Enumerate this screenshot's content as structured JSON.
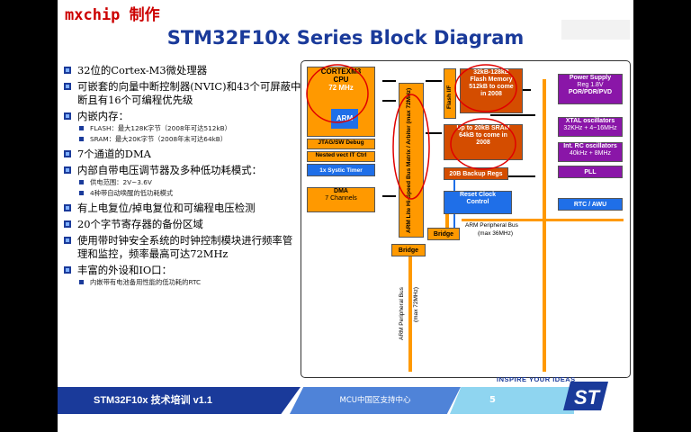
{
  "brand": "mxchip 制作",
  "title": "STM32F10x Series Block Diagram",
  "bullets": [
    {
      "text": "32位的Cortex-M3微处理器",
      "sub": []
    },
    {
      "text": "可嵌套的向量中断控制器(NVIC)和43个可屏蔽中断且有16个可编程优先级",
      "sub": []
    },
    {
      "text": "内嵌内存：",
      "sub": [
        "FLASH：最大128K字节（2008年可达512kB）",
        "SRAM：最大20K字节（2008年末可达64kB）"
      ]
    },
    {
      "text": "7个通道的DMA",
      "sub": []
    },
    {
      "text": "内部自带电压调节器及多种低功耗模式：",
      "sub": [
        "供电范围：2V~3.6V",
        "4种带自动唤醒的低功耗模式"
      ]
    },
    {
      "text": "有上电复位/掉电复位和可编程电压检测",
      "sub": []
    },
    {
      "text": "20个字节寄存器的备份区域",
      "sub": []
    },
    {
      "text": "使用带时钟安全系统的时钟控制模块进行频率管理和监控，频率最高可达72MHz",
      "sub": []
    },
    {
      "text": "丰富的外设和IO口：",
      "sub": [
        "内嵌带有电池备用性能的低功耗的RTC"
      ]
    }
  ],
  "diagram": {
    "cpu": {
      "line1": "CORTEXM3",
      "line2": "CPU",
      "freq": "72 MHz",
      "logo": "ARM"
    },
    "jtag": "JTAG/SW Debug",
    "nvic": "Nested vect IT Ctrl",
    "systick": "1x Systic Timer",
    "dma": {
      "line1": "DMA",
      "line2": "7 Channels"
    },
    "bus_matrix": "ARM Lite Hi-Speed Bus Matrix / Arbiter (max 72MHz)",
    "bridge_left": "Bridge",
    "bridge_mid": "Bridge",
    "flash_if": "Flash I/F",
    "flash_mem": {
      "line1": "32kB-128kB",
      "line2": "Flash Memory",
      "line3": "512kB to come",
      "line4": "in 2008"
    },
    "sram": {
      "line1": "Up to 20kB SRAM",
      "line2": "64kB to come in",
      "line3": "2008"
    },
    "backup": "20B Backup Regs",
    "reset_clock": {
      "line1": "Reset Clock",
      "line2": "Control"
    },
    "periph_bus_h": {
      "line1": "ARM Peripheral Bus",
      "line2": "(max 36MHz)"
    },
    "periph_bus_v": {
      "line1": "ARM Peripheral Bus",
      "line2": "(max 72MHz)"
    },
    "power": {
      "line1": "Power Supply",
      "line2": "Reg 1.8V",
      "line3": "POR/PDR/PVD"
    },
    "xtal": {
      "line1": "XTAL oscillators",
      "line2": "32KHz + 4~16MHz"
    },
    "rc": {
      "line1": "Int. RC oscillators",
      "line2": "40kHz + 8MHz"
    },
    "pll": "PLL",
    "rtc": "RTC / AWU"
  },
  "footer": {
    "left": "STM32F10x 技术培训 v1.1",
    "mid": "MCU中国区支持中心",
    "page": "5",
    "tagline": "INSPIRE YOUR IDEAS"
  }
}
